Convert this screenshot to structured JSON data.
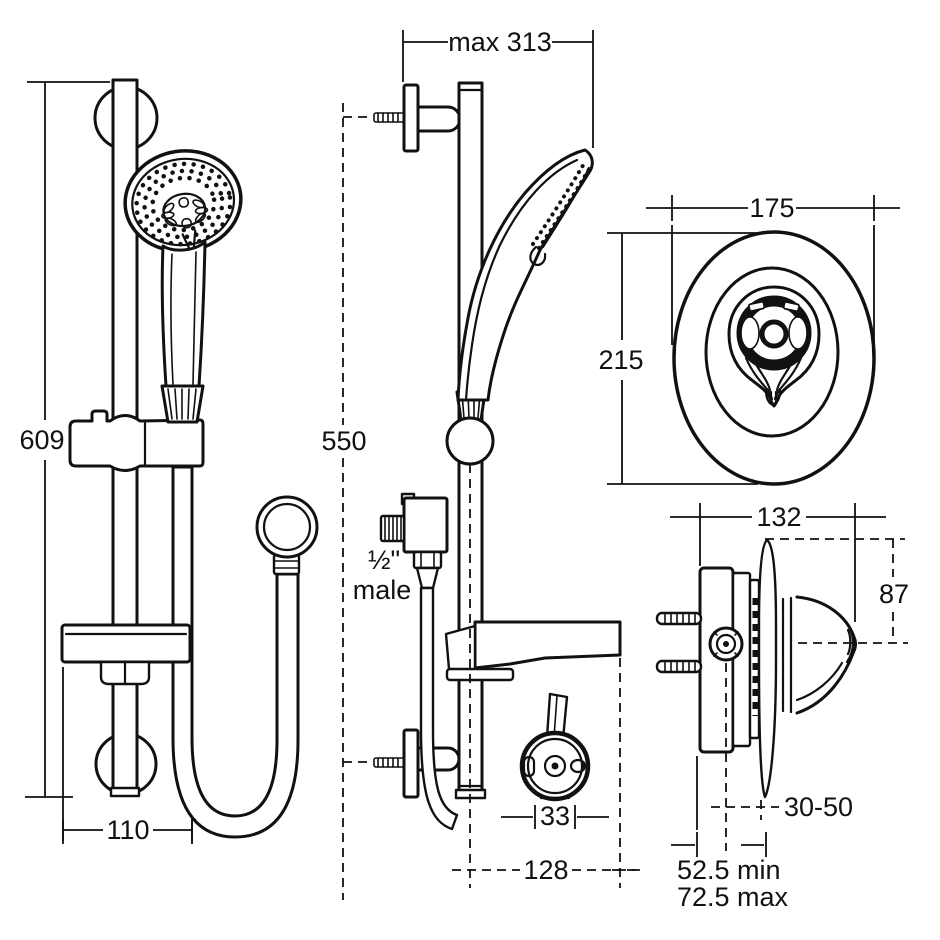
{
  "title": "Shower kit dimensioned technical drawing",
  "colors": {
    "background": "#ffffff",
    "line": "#111111"
  },
  "views": {
    "rail_front": {
      "dims": {
        "height": "609",
        "base_width": "110"
      }
    },
    "rail_side": {
      "dims": {
        "max_reach": "max 313",
        "fixing_centres": "550",
        "outlet_dia": "33",
        "projection": "128"
      },
      "connector": {
        "line1": "½\"",
        "line2": "male"
      }
    },
    "valve_front": {
      "dims": {
        "width": "175",
        "height": "215"
      }
    },
    "valve_side": {
      "dims": {
        "width": "132",
        "top_to_centre": "87",
        "wall_depth": "30-50",
        "depth_min": "52.5 min",
        "depth_max": "72.5 max"
      }
    }
  }
}
